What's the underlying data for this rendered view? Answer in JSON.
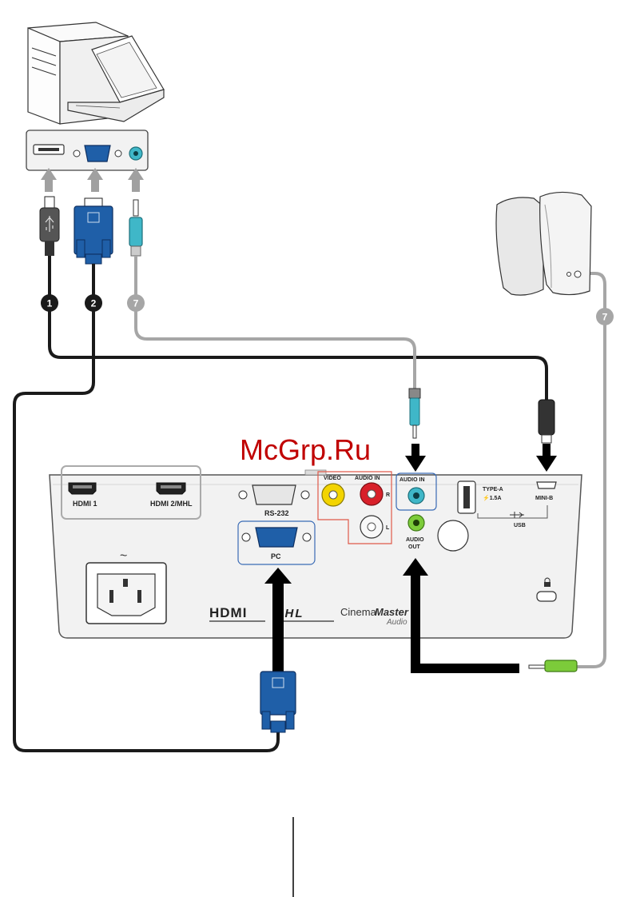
{
  "watermark": "McGrp.Ru",
  "cable_numbers": [
    "1",
    "2",
    "7",
    "7"
  ],
  "ports": {
    "hdmi1": "HDMI 1",
    "hdmi2": "HDMI 2/MHL",
    "rs232": "RS-232",
    "pc": "PC",
    "video": "VIDEO",
    "audio_in_rca": "AUDIO IN",
    "rca_r": "R",
    "rca_l": "L",
    "audio_in": "AUDIO IN",
    "audio_out_1": "AUDIO",
    "audio_out_2": "OUT",
    "type_a_1": "TYPE-A",
    "type_a_2": "⚡1.5A",
    "mini_b": "MINI-B",
    "usb": "USB",
    "ac_symbol": "~"
  },
  "logos": {
    "hdmi": "HDMI",
    "mhl": "MHL",
    "cinemamaster_1": "Cinema",
    "cinemamaster_2": "Master",
    "cinemamaster_3": "Audio"
  },
  "colors": {
    "panel": "#f2f2f2",
    "panel_border": "#555555",
    "cable_black": "#1a1a1a",
    "cable_grey": "#a6a6a6",
    "vga_blue": "#1f5fa8",
    "audio_cyan": "#3fb7c8",
    "audio_green": "#7ccb3a",
    "rca_yellow": "#f3d400",
    "rca_red": "#d8202a",
    "group_red": "#e05a4a",
    "group_blue": "#3a6bb5"
  }
}
